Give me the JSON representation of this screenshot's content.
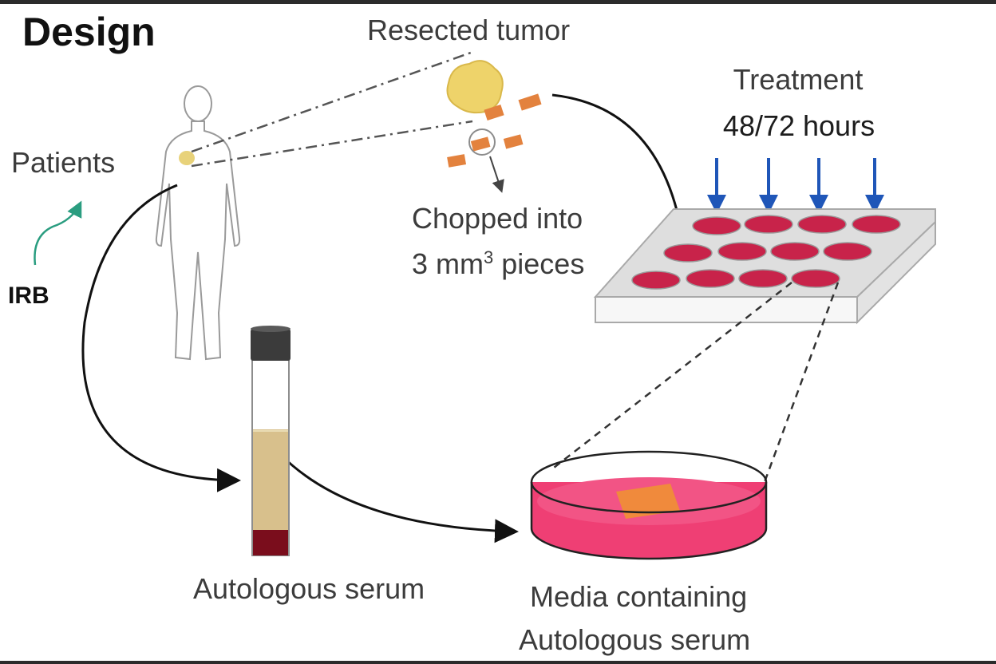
{
  "title": "Design",
  "labels": {
    "patients": "Patients",
    "irb": "IRB",
    "resected_tumor": "Resected tumor",
    "chopped_line1": "Chopped into",
    "chopped_line2_pre": "3 mm",
    "chopped_line2_sup": "3",
    "chopped_line2_post": " pieces",
    "treatment_line1": "Treatment",
    "treatment_line2": "48/72 hours",
    "autologous_serum": "Autologous serum",
    "media_line1": "Media containing",
    "media_line2": "Autologous serum"
  },
  "colors": {
    "well": "#c8234a",
    "dish_media": "#ef3f74",
    "treatment_arrow": "#1f56b8",
    "irb_arrow": "#2a9d80",
    "serum": "#d8c08c",
    "blood": "#7a0d1c",
    "tissue_piece": "#e3823e"
  }
}
